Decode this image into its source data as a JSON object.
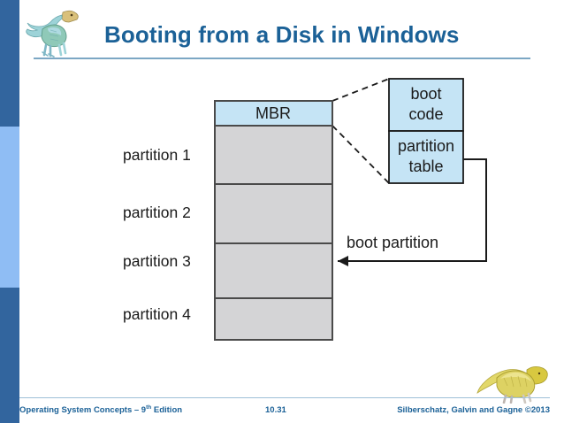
{
  "slide": {
    "title": "Booting from a Disk in Windows",
    "accent_color": "#1b6197",
    "rail_dark": "#32659e",
    "rail_light": "#8fbdf4"
  },
  "diagram": {
    "disk": {
      "mbr_label": "MBR",
      "mbr_color": "#c5e4f5",
      "partition_color": "#d4d4d6",
      "border_color": "#4a4a4a",
      "partitions": [
        {
          "label": "partition 1"
        },
        {
          "label": "partition 2"
        },
        {
          "label": "partition 3"
        },
        {
          "label": "partition 4"
        }
      ]
    },
    "mbr_detail": {
      "boot_code_line1": "boot",
      "boot_code_line2": "code",
      "partition_table_line1": "partition",
      "partition_table_line2": "table",
      "fill_color": "#c5e4f5"
    },
    "boot_partition_label": "boot partition",
    "callout_style": "dashed"
  },
  "footer": {
    "left_text": "Operating System Concepts – 9",
    "left_sup": "th",
    "left_tail": " Edition",
    "page_number": "10.31",
    "right_text": "Silberschatz, Galvin and Gagne ©2013"
  },
  "icons": {
    "dino_top": "dinosaur-icon",
    "dino_bottom": "dinosaur-icon"
  }
}
